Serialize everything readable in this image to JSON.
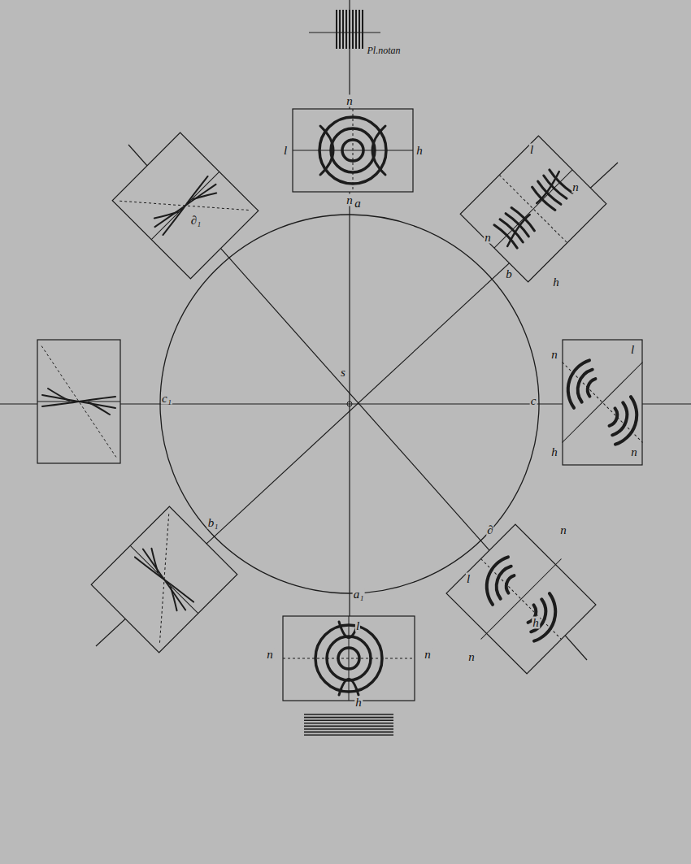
{
  "diagram": {
    "labels": [
      "Pl.notan",
      "n",
      "l",
      "h",
      "n",
      "l",
      "n",
      "n",
      "h",
      "n",
      "l",
      "h",
      "n",
      "n",
      "l",
      "h",
      "n",
      "l",
      "n",
      "n",
      "h",
      "a",
      "b",
      "c",
      "∂",
      "a₁",
      "b₁",
      "c₁",
      "∂₁",
      "s"
    ]
  }
}
